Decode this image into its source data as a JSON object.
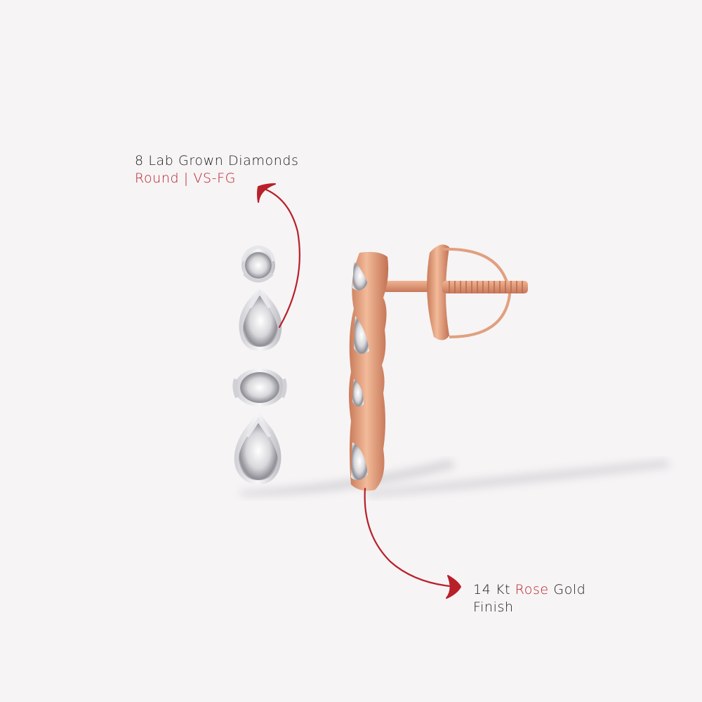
{
  "colors": {
    "background": "#f6f4f5",
    "accent_red": "#b8202a",
    "text_dark": "#1c1c1c",
    "rose_gold": "#e3a07e",
    "white_gold": "#e9e9ec"
  },
  "callouts": {
    "diamonds": {
      "line1": "8 Lab Grown Diamonds",
      "line2": "Round | VS-FG"
    },
    "metal": {
      "line1_prefix": "14 Kt ",
      "line1_highlight": "Rose",
      "line1_suffix": " Gold",
      "line2": "Finish"
    }
  },
  "product": {
    "front_view": [
      "round-diamond",
      "pear-diamond",
      "oval-diamond",
      "pear-diamond"
    ],
    "side_view": "rose-gold-screw-back-stud"
  },
  "icons": {
    "arrow_top": "curved-arrow-up-icon",
    "arrow_bottom": "curved-arrow-right-icon"
  }
}
